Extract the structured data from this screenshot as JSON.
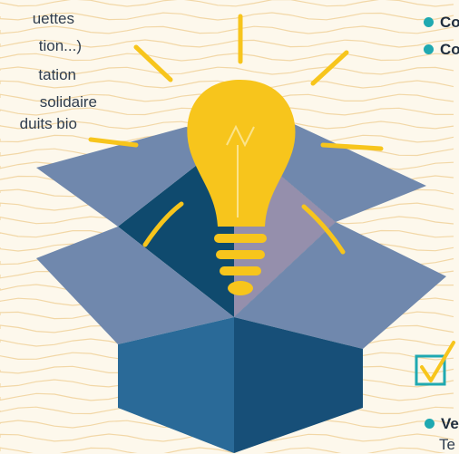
{
  "left_list": [
    "uettes",
    "tion...)",
    "tation",
    "solidaire",
    "duits bio"
  ],
  "right_items": [
    {
      "label": "Co"
    },
    {
      "label": "Co"
    }
  ],
  "bottom_item": {
    "label": "Ve",
    "sub": "Te"
  },
  "colors": {
    "background": "#fdf8ec",
    "wave_lines": "#f2d7a6",
    "bullet": "#1fa9b1",
    "bulb": "#f7c51c",
    "box_front": "#1d5a86",
    "box_flap": "#7088ad",
    "box_inside": "#0f4a6e",
    "box_inner_right": "#a497b3",
    "checkbox_border": "#1fa9b1",
    "check_mark": "#f7c51c"
  },
  "icons": [
    "lightbulb-icon",
    "open-box-icon",
    "checkbox-icon",
    "check-mark-icon"
  ]
}
